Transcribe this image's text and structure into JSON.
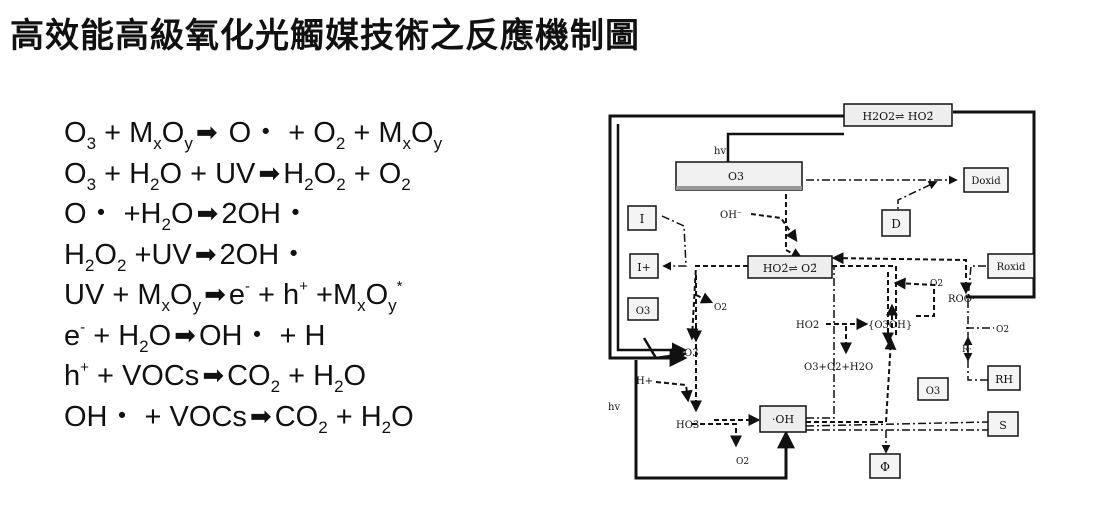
{
  "title": "高效能高級氧化光觸媒技術之反應機制圖",
  "equations": [
    [
      {
        "t": "O"
      },
      {
        "sub": "3"
      },
      {
        "t": " + M"
      },
      {
        "sub": "x"
      },
      {
        "t": "O"
      },
      {
        "sub": "y"
      },
      {
        "arrow": "➡"
      },
      {
        "t": " O・ + O"
      },
      {
        "sub": "2"
      },
      {
        "t": " + M"
      },
      {
        "sub": "x"
      },
      {
        "t": "O"
      },
      {
        "sub": "y"
      }
    ],
    [
      {
        "t": "O"
      },
      {
        "sub": "3"
      },
      {
        "t": " + H"
      },
      {
        "sub": "2"
      },
      {
        "t": "O + UV"
      },
      {
        "arrow": "➡"
      },
      {
        "t": "H"
      },
      {
        "sub": "2"
      },
      {
        "t": "O"
      },
      {
        "sub": "2"
      },
      {
        "t": " + O"
      },
      {
        "sub": "2"
      }
    ],
    [
      {
        "t": "O・ +H"
      },
      {
        "sub": "2"
      },
      {
        "t": "O"
      },
      {
        "arrow": "➡"
      },
      {
        "t": "2OH・"
      }
    ],
    [
      {
        "t": "H"
      },
      {
        "sub": "2"
      },
      {
        "t": "O"
      },
      {
        "sub": "2"
      },
      {
        "t": " +UV"
      },
      {
        "arrow": "➡"
      },
      {
        "t": "2OH・"
      }
    ],
    [
      {
        "t": "UV + M"
      },
      {
        "sub": "x"
      },
      {
        "t": "O"
      },
      {
        "sub": "y"
      },
      {
        "arrow": "➡"
      },
      {
        "t": "e"
      },
      {
        "sup": "-"
      },
      {
        "t": " + h"
      },
      {
        "sup": "+"
      },
      {
        "t": " +M"
      },
      {
        "sub": "x"
      },
      {
        "t": "O"
      },
      {
        "sub": "y"
      },
      {
        "sup": "*"
      }
    ],
    [
      {
        "t": "e"
      },
      {
        "sup": "-"
      },
      {
        "t": " + H"
      },
      {
        "sub": "2"
      },
      {
        "t": "O"
      },
      {
        "arrow": "➡"
      },
      {
        "t": "OH・ + H"
      }
    ],
    [
      {
        "t": "h"
      },
      {
        "sup": "+"
      },
      {
        "t": " + VOCs"
      },
      {
        "arrow": "➡"
      },
      {
        "t": "CO"
      },
      {
        "sub": "2"
      },
      {
        "t": " + H"
      },
      {
        "sub": "2"
      },
      {
        "t": "O"
      }
    ],
    [
      {
        "t": "OH・ + VOCs"
      },
      {
        "arrow": "➡"
      },
      {
        "t": "CO"
      },
      {
        "sub": "2"
      },
      {
        "t": " + H"
      },
      {
        "sub": "2"
      },
      {
        "t": "O"
      }
    ]
  ],
  "diagram": {
    "box_h2o2_ho2": "H2O2⇌ HO2̄",
    "box_o3_top": "O3",
    "box_doxid": "Doxid",
    "box_d": "D",
    "box_i": "I",
    "box_i_plus": "I+",
    "box_ho2_o2": "HO2̇⇌ O2̄",
    "box_roxid": "Roxid",
    "box_o3_left": "O3",
    "box_o3_right": "O3",
    "box_rh": "RH",
    "box_s": "S",
    "box_oh": "·OH",
    "box_phi": "Φ",
    "lbl_hv_top": "hv",
    "lbl_hv_left": "hv",
    "lbl_oh_minus": "OH⁻",
    "lbl_o2_a": "O2",
    "lbl_o2_b": "O2",
    "lbl_o2_c": "O2",
    "lbl_o2_d": "O2",
    "lbl_o3_minus": "O3̄",
    "lbl_h_plus": "H+",
    "lbl_ho3": "HO3̇",
    "lbl_ho2": "HO2̇",
    "lbl_o3oh": "{O3OH}",
    "lbl_products": "O3+O2+H2O",
    "lbl_roo": "ROO·",
    "lbl_r": "R·"
  }
}
